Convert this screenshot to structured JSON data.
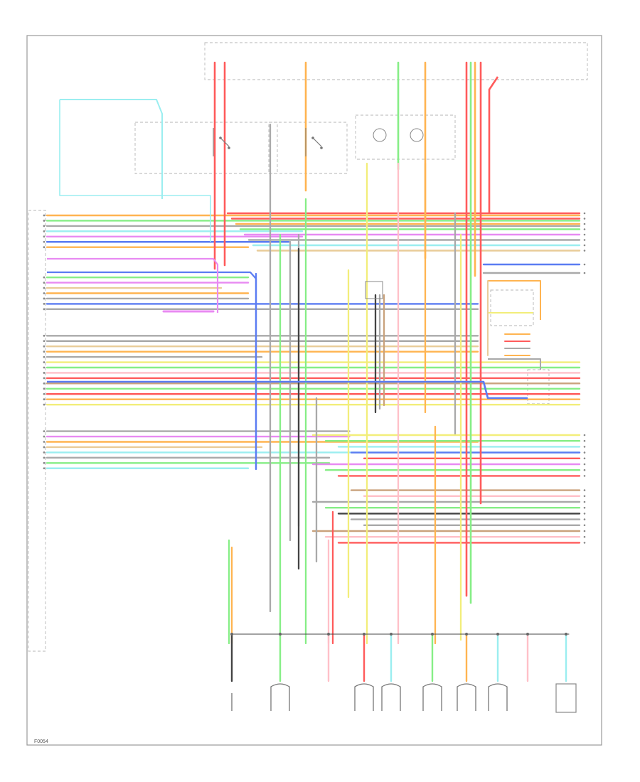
{
  "diagram": {
    "title": "",
    "colors": {
      "frame": "#9a9a9a",
      "red": "#ff5b5b",
      "orange": "#ffb451",
      "yellow": "#f2ee7a",
      "green": "#86ee86",
      "cyan": "#9beef0",
      "blue": "#5b7cf2",
      "violet": "#e88af2",
      "gray": "#a9a9a9",
      "brown": "#c9a27c",
      "tan": "#e9cc99",
      "pink": "#ffc0c8",
      "black": "#444444"
    },
    "wire_colors": [
      "red",
      "orange",
      "yellow",
      "green",
      "cyan",
      "blue",
      "violet",
      "gray",
      "brown",
      "tan",
      "pink",
      "black"
    ],
    "left_row_colors": [
      "orange",
      "green",
      "gray",
      "cyan",
      "violet",
      "blue",
      "orange",
      "green",
      "violet",
      "tan",
      "orange",
      "gray",
      "blue",
      "gray",
      "gray",
      "gray",
      "tan",
      "orange",
      "gray",
      "yellow",
      "green",
      "pink",
      "red",
      "brown",
      "green",
      "red",
      "orange",
      "yellow",
      "gray",
      "violet",
      "orange",
      "tan",
      "cyan",
      "gray",
      "green",
      "cyan"
    ],
    "right_row_colors": [
      "red",
      "red",
      "orange",
      "green",
      "violet",
      "gray",
      "cyan",
      "tan",
      "blue",
      "gray",
      "yellow",
      "green",
      "cyan",
      "blue",
      "red",
      "violet",
      "green",
      "red",
      "brown",
      "pink",
      "gray",
      "green",
      "black",
      "gray",
      "gray",
      "brown",
      "pink",
      "red"
    ],
    "bottom_connector_colors": [
      "black",
      "green",
      "pink",
      "red",
      "cyan",
      "green",
      "orange",
      "cyan",
      "pink",
      "cyan"
    ],
    "footer_code": "F0054"
  }
}
